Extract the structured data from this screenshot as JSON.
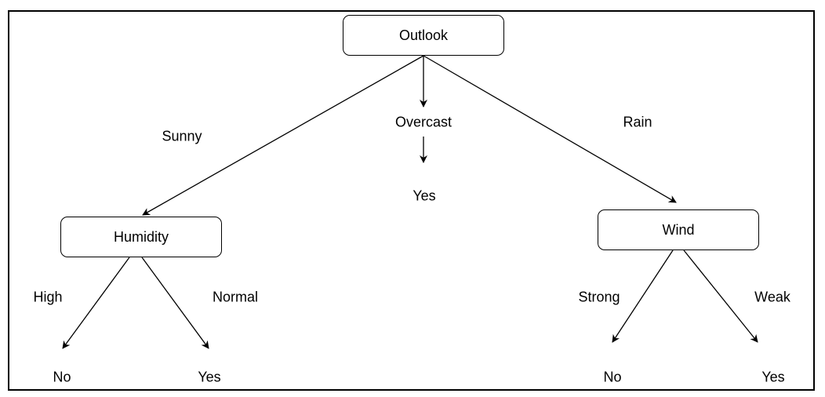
{
  "nodes": {
    "outlook": "Outlook",
    "humidity": "Humidity",
    "wind": "Wind"
  },
  "edges": {
    "sunny": "Sunny",
    "overcast": "Overcast",
    "rain": "Rain",
    "high": "High",
    "normal": "Normal",
    "strong": "Strong",
    "weak": "Weak"
  },
  "leaves": {
    "overcast_yes": "Yes",
    "high_no": "No",
    "normal_yes": "Yes",
    "strong_no": "No",
    "weak_yes": "Yes"
  }
}
